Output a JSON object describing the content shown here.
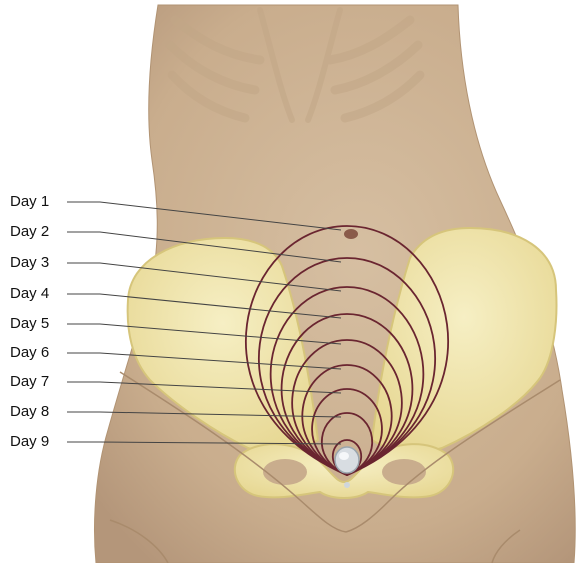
{
  "labels": [
    "Day 1",
    "Day 2",
    "Day 3",
    "Day 4",
    "Day 5",
    "Day 6",
    "Day 7",
    "Day 8",
    "Day 9"
  ],
  "colors": {
    "skin": "#cdb496",
    "skin_shade": "#b99c7c",
    "bone": "#efe4a6",
    "bone_edge": "#d8c77e",
    "contour": "#6a2530",
    "leader": "#444444"
  }
}
